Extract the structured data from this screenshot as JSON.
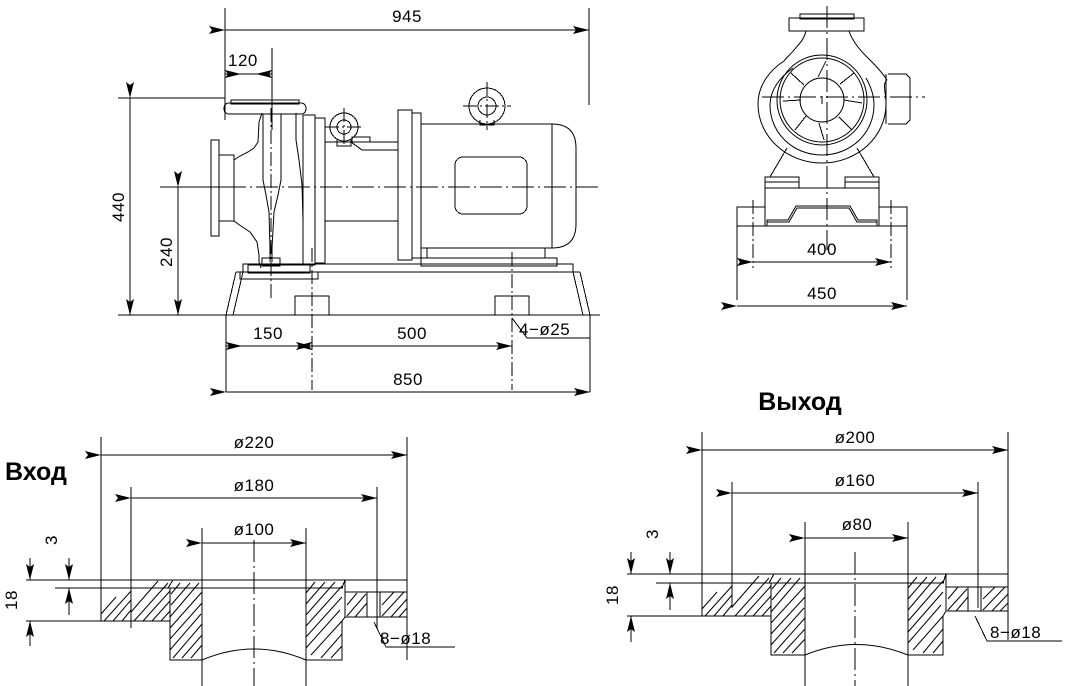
{
  "drawing": {
    "title": "Centrifugal pump general arrangement drawing",
    "units": "mm",
    "line_color": "#000000",
    "background_color": "#ffffff"
  },
  "views": {
    "side_view": {
      "name": "side-elevation-view",
      "dimensions": {
        "overall_length": "945",
        "suction_flange_offset": "120",
        "shaft_height": "440",
        "pump_centerline_height": "240",
        "baseplate_length": "850",
        "anchor_first_offset": "150",
        "anchor_spacing": "500",
        "anchor_note": "4−ø25"
      }
    },
    "end_view": {
      "name": "end-elevation-view",
      "dimensions": {
        "anchor_bolt_width": "400",
        "baseplate_width": "450"
      }
    },
    "inlet_flange": {
      "name": "inlet-flange-section",
      "label": "Вход",
      "dimensions": {
        "outer_diameter": "ø220",
        "bolt_circle_diameter": "ø180",
        "bore_diameter": "ø100",
        "flange_thickness": "18",
        "raised_face_height": "3",
        "bolt_note": "8−ø18"
      }
    },
    "outlet_flange": {
      "name": "outlet-flange-section",
      "label": "Выход",
      "dimensions": {
        "outer_diameter": "ø200",
        "bolt_circle_diameter": "ø160",
        "bore_diameter": "ø80",
        "flange_thickness": "18",
        "raised_face_height": "3",
        "bolt_note": "8−ø18"
      }
    }
  }
}
